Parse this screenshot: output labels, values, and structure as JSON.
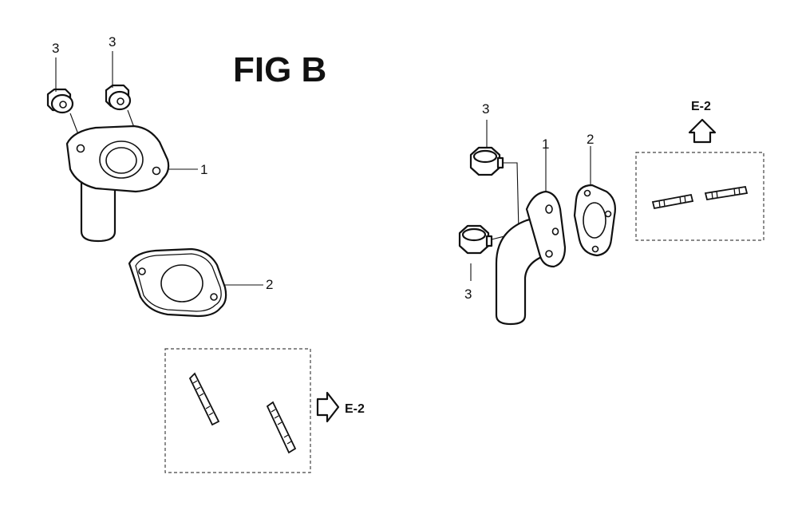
{
  "figure": {
    "title": "FIG B"
  },
  "left_view": {
    "callouts": {
      "bolt_a": "3",
      "bolt_b": "3",
      "elbow": "1",
      "gasket": "2"
    },
    "reference": "E-2"
  },
  "right_view": {
    "callouts": {
      "nut_top": "3",
      "elbow": "1",
      "gasket": "2",
      "nut_bottom": "3"
    },
    "reference": "E-2"
  }
}
